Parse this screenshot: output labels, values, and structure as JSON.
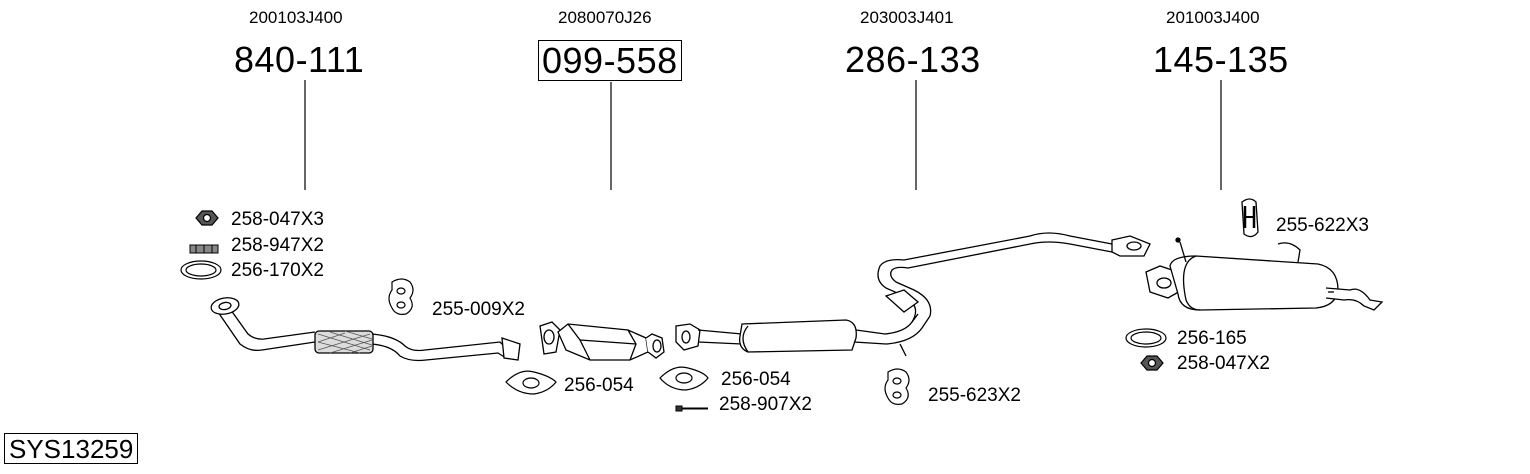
{
  "assemblies": [
    {
      "oem": "200103J400",
      "part": "840-111",
      "boxed": false
    },
    {
      "oem": "2080070J26",
      "part": "099-558",
      "boxed": true
    },
    {
      "oem": "203003J401",
      "part": "286-133",
      "boxed": false
    },
    {
      "oem": "201003J400",
      "part": "145-135",
      "boxed": false
    }
  ],
  "accessories": {
    "nut_front": "258-047X3",
    "clamp_front": "258-947X2",
    "gasket_front": "256-170X2",
    "hanger_front": "255-009X2",
    "gasket_cat_in": "256-054",
    "gasket_cat_out": "256-054",
    "bolt_mid": "258-907X2",
    "hanger_mid": "255-623X2",
    "hanger_rear": "255-622X3",
    "gasket_rear": "256-165",
    "nut_rear": "258-047X2"
  },
  "system_id": "SYS13259"
}
